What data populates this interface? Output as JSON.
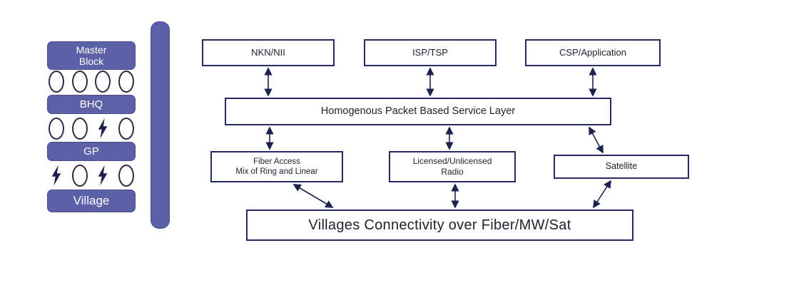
{
  "left_panel": {
    "levels": [
      "Master\nBlock",
      "BHQ",
      "GP",
      "Village"
    ],
    "icon_rows": [
      [
        "ellipse",
        "ellipse",
        "ellipse",
        "ellipse"
      ],
      [
        "ellipse",
        "ellipse",
        "bolt",
        "ellipse"
      ],
      [
        "bolt",
        "ellipse",
        "bolt",
        "ellipse"
      ]
    ],
    "bar_color": "#5c61a7"
  },
  "diagram": {
    "top_row": [
      {
        "label": "NKN/NII"
      },
      {
        "label": "ISP/TSP"
      },
      {
        "label": "CSP/Application"
      }
    ],
    "service_layer": {
      "label": "Homogenous Packet Based Service Layer"
    },
    "access_row": [
      {
        "label": "Fiber Access\nMix of Ring and Linear"
      },
      {
        "label": "Licensed/Unlicensed\nRadio"
      },
      {
        "label": "Satellite"
      }
    ],
    "bottom": {
      "label": "Villages Connectivity over Fiber/MW/Sat"
    }
  },
  "colors": {
    "purple": "#5c61a7",
    "node_border": "#252a63",
    "arrow": "#1c214e"
  }
}
